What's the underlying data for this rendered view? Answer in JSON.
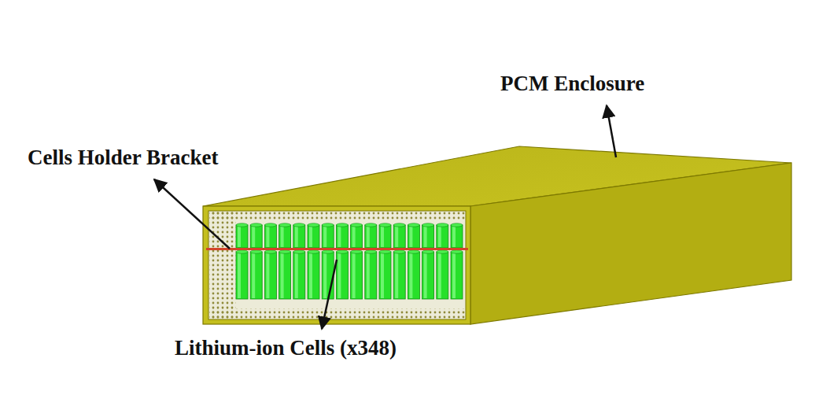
{
  "diagram": {
    "labels": [
      "PCM Enclosure",
      "Cells Holder Bracket",
      "Lithium-ion Cells (x348)"
    ]
  }
}
